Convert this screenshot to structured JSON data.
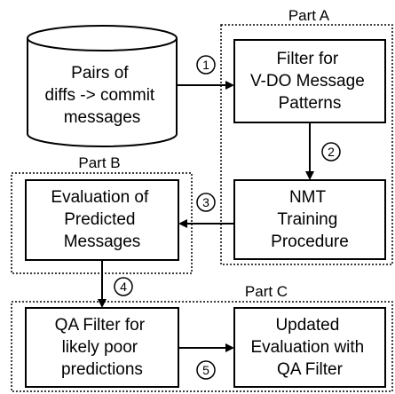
{
  "source": {
    "lines": [
      "Pairs of",
      "diffs -> commit",
      "messages"
    ]
  },
  "boxes": {
    "filter": [
      "Filter for",
      "V-DO Message",
      "Patterns"
    ],
    "nmt": [
      "NMT",
      "Training",
      "Procedure"
    ],
    "evaluation": [
      "Evaluation of",
      "Predicted",
      "Messages"
    ],
    "qa_filter": [
      "QA Filter for",
      "likely poor",
      "predictions"
    ],
    "updated_eval": [
      "Updated",
      "Evaluation with",
      "QA Filter"
    ]
  },
  "parts": {
    "a": "Part A",
    "b": "Part B",
    "c": "Part C"
  },
  "steps": [
    "1",
    "2",
    "3",
    "4",
    "5"
  ]
}
